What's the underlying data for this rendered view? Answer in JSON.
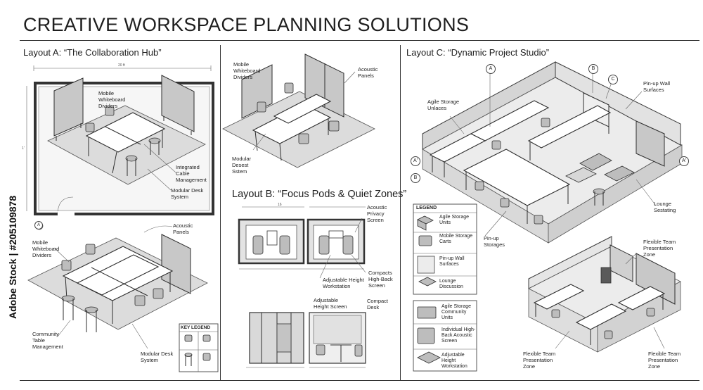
{
  "title": "CREATIVE WORKSPACE PLANNING SOLUTIONS",
  "watermark": "Adobe Stock | #205109878",
  "layout_a": {
    "title": "Layout A: “The Collaboration Hub”",
    "top_dimension": "20 ft",
    "side_dimension": "1'",
    "marker": "A",
    "callouts_top": {
      "whiteboard": "Mobile Whiteboard Dividers",
      "cable": "Integrated Cable Management",
      "desk": "Modular Desk System"
    },
    "callouts_bottom": {
      "panels": "Acoustic Panels",
      "whiteboard": "Mobile Whiteboard Dividers",
      "community": "Community Table Management",
      "desk": "Modular Desk System"
    },
    "key_legend": {
      "title": "KEY LEGEND"
    }
  },
  "layout_a_right": {
    "whiteboard": "Mobile Whiteboard Dividers",
    "panels": "Acoustic Panels",
    "desk": "Modular Desest Sstem"
  },
  "layout_b": {
    "title": "Layout B: “Focus Pods & Quiet Zones”",
    "dimension": "16",
    "callouts": {
      "privacy": "Acoustic Privacy Screen",
      "workstation": "Adjustable Height Workstation",
      "compacts": "Compacts High-Back Screen",
      "adjustable": "Adjustable Height Screen",
      "compact": "Compact Desk"
    }
  },
  "layout_c": {
    "title": "Layout C: “Dynamic Project Studio”",
    "markers": [
      "A",
      "B",
      "C",
      "A'",
      "A'",
      "B"
    ],
    "callouts": {
      "agile": "Agile Storage Unlaces",
      "pinup": "Pin-up Wall Surfaces",
      "lounge": "Lounge Sestating",
      "pinup_storage": "Pin-up Storages"
    },
    "legend": {
      "title": "LEGEND",
      "items": [
        "Agile Storage Units",
        "Mobile Storage Carts",
        "Pin-up Wall Surfaces",
        "Lounge Discussion"
      ]
    },
    "legend2": {
      "items": [
        "Agile Storage Community Units",
        "Individual High-Back Acoustic Screen",
        "Adjustable Height Workstation"
      ]
    },
    "bottom_callouts": {
      "flex_top": "Flexible Team Presentation Zone",
      "flex_left": "Flexible Team Presentation Zone",
      "flex_right": "Flexible Team Presentation Zone"
    }
  }
}
